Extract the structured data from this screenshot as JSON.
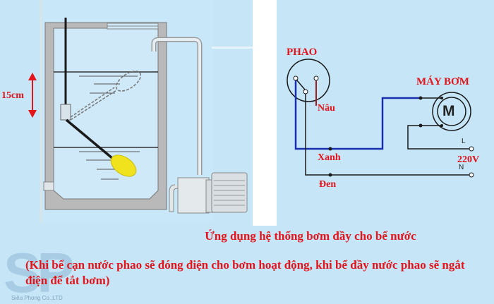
{
  "tank_diagram": {
    "level_label": "15cm",
    "colors": {
      "tank_wall": "#b9b9b9",
      "float": "#f0e21c",
      "arrow": "#e3141a",
      "water_line": "#2a2a2a"
    }
  },
  "wiring_diagram": {
    "switch_label": "PHAO",
    "pump_label": "MÁY BƠM",
    "motor_letter": "M",
    "wires": {
      "brown": "Nâu",
      "blue": "Xanh",
      "black": "Đen"
    },
    "supply": {
      "voltage": "220V",
      "line": "L",
      "neutral": "N"
    },
    "colors": {
      "blue_wire": "#1a2fb0",
      "black_wire": "#1a1a1a",
      "brown_wire": "#9a2020",
      "label": "#e3141a"
    }
  },
  "caption": {
    "title": "Ứng dụng hệ thống bơm đầy cho bể nước",
    "description": "(Khi bể cạn nước phao sẽ đóng điện cho bơm hoạt động, khi bể đầy nước phao sẽ ngắt điện để tắt bơm)"
  },
  "watermark": {
    "logo": "SP",
    "company": "Siêu Phong Co.,LTD"
  }
}
